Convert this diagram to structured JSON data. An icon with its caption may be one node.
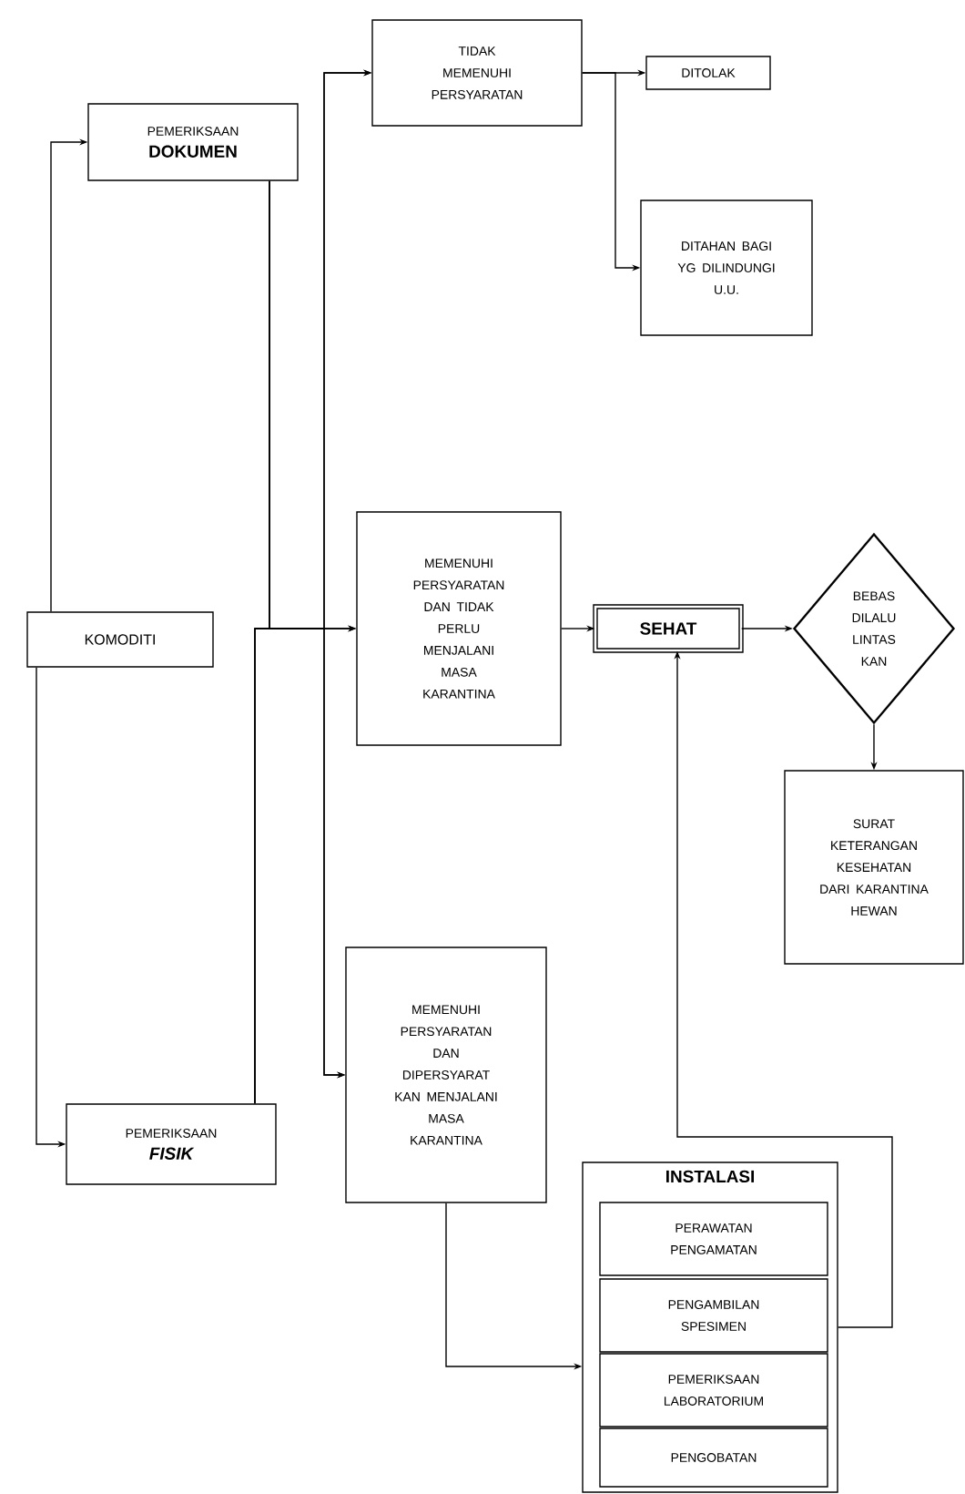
{
  "diagram": {
    "nodes": [
      {
        "text": [
          "TIDAK MEMENUHI PERSYARATAN"
        ]
      },
      {
        "text": [
          "DITOLAK"
        ]
      },
      {
        "text": [
          "PEMERIKSAAN",
          "DOKUMEN"
        ]
      },
      {
        "text": [
          "DITAHAN BAGI YG DILINDUNGI U.U."
        ]
      },
      {
        "text": [
          "KOMODITI"
        ]
      },
      {
        "text": [
          "MEMENUHI PERSYARATAN DAN TIDAK PERLU MENJALANI MASA KARANTINA"
        ]
      },
      {
        "text": [
          "SEHAT"
        ]
      },
      {
        "text": [
          "BEBAS DILALU LINTAS KAN"
        ]
      },
      {
        "text": [
          "SURAT KETERANGAN KESEHATAN DARI KARANTINA HEWAN"
        ]
      },
      {
        "text": [
          "MEMENUHI PERSYARATAN DAN DIPERSYARAT KAN MENJALANI MASA KARANTINA"
        ]
      },
      {
        "text": [
          "PEMERIKSAAN",
          "FISIK"
        ]
      },
      {
        "text": [
          "INSTALASI"
        ]
      },
      {
        "text": [
          "PERAWATAN PENGAMATAN"
        ],
        "in": 11
      },
      {
        "text": [
          "PENGAMBILAN SPESIMEN"
        ],
        "in": 11
      },
      {
        "text": [
          "PEMERIKSAAN LABORATORIUM"
        ],
        "in": 11
      },
      {
        "text": [
          "PENGOBATAN"
        ],
        "in": 11
      }
    ],
    "edges": [
      {
        "from": 4,
        "to": 2,
        "arrow": "to"
      },
      {
        "from": 4,
        "to": 10,
        "arrow": "to"
      },
      {
        "from": 2,
        "to": 0,
        "arrow": "to"
      },
      {
        "from": 2,
        "to": 5,
        "arrow": "to"
      },
      {
        "from": 2,
        "to": 9,
        "arrow": "to"
      },
      {
        "from": 10,
        "to": 0,
        "arrow": "to"
      },
      {
        "from": 10,
        "to": 5,
        "arrow": "to"
      },
      {
        "from": 10,
        "to": 9,
        "arrow": "to"
      },
      {
        "from": 0,
        "to": 1,
        "arrow": "to"
      },
      {
        "from": 0,
        "to": 3,
        "arrow": "to"
      },
      {
        "from": 5,
        "to": 6,
        "arrow": "to"
      },
      {
        "from": 6,
        "to": 7,
        "arrow": "to"
      },
      {
        "from": 7,
        "to": 8,
        "arrow": "to"
      },
      {
        "from": 9,
        "to": 11,
        "arrow": "to"
      },
      {
        "from": 11,
        "to": 6,
        "arrow": "to"
      }
    ]
  }
}
